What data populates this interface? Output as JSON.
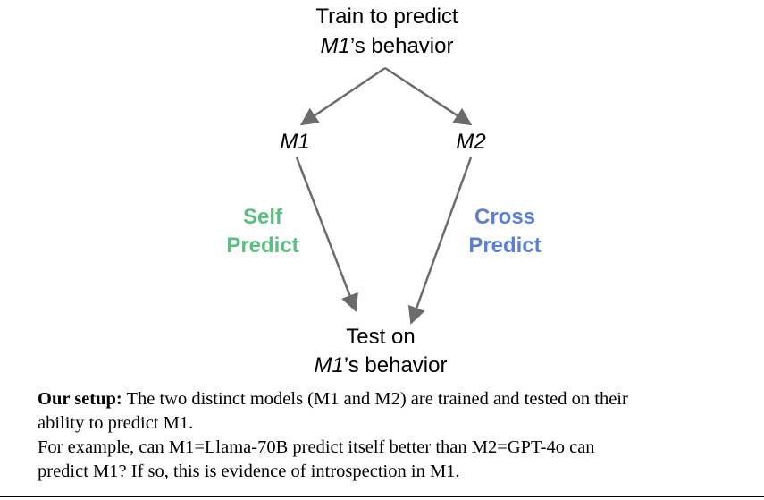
{
  "diagram": {
    "top": {
      "line1": "Train to predict",
      "line2_italic": "M1",
      "line2_rest": "’s behavior"
    },
    "left_model": "M1",
    "right_model": "M2",
    "left_label": {
      "line1": "Self",
      "line2": "Predict",
      "color": "#5bbf7f"
    },
    "right_label": {
      "line1": "Cross",
      "line2": "Predict",
      "color": "#5b7fd6"
    },
    "bottom": {
      "line1": "Test on",
      "line2_italic": "M1",
      "line2_rest": "’s behavior"
    },
    "arrow_color": "#6b6b6b"
  },
  "caption": {
    "lead": "Our setup:",
    "line1_rest": " The two distinct models (M1 and M2) are trained and tested on their",
    "line2": "ability to predict M1.",
    "line3": "For example, can M1=Llama-70B predict itself better than M2=GPT-4o can",
    "line4": "predict M1? If so, this is evidence of introspection in M1."
  }
}
